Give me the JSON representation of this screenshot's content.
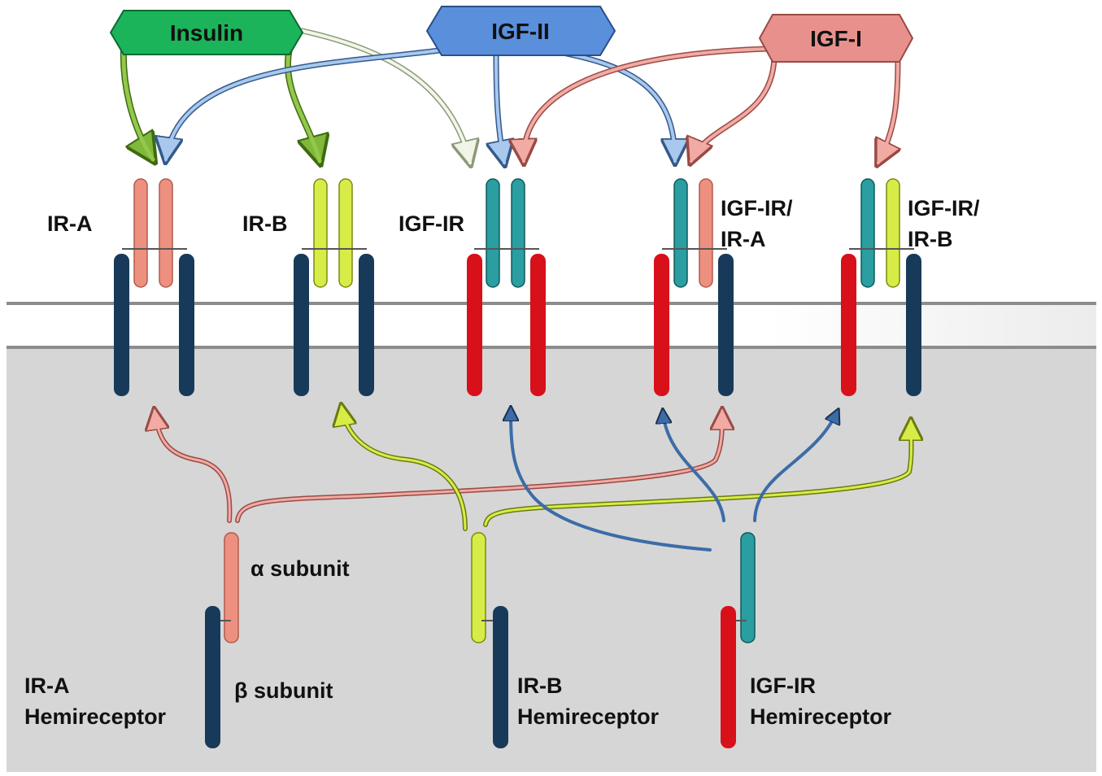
{
  "ligands": {
    "insulin": {
      "label": "Insulin",
      "color": "#1bb45a"
    },
    "igf2": {
      "label": "IGF-II",
      "color": "#5a8fdc"
    },
    "igf1": {
      "label": "IGF-I",
      "color": "#e8918c"
    }
  },
  "receptors": {
    "ir_a": {
      "label": "IR-A"
    },
    "ir_b": {
      "label": "IR-B"
    },
    "igf_ir": {
      "label": "IGF-IR"
    },
    "hybrid_a": {
      "label_line1": "IGF-IR/",
      "label_line2": "IR-A"
    },
    "hybrid_b": {
      "label_line1": "IGF-IR/",
      "label_line2": "IR-B"
    }
  },
  "hemireceptors": {
    "ir_a": {
      "line1": "IR-A",
      "line2": "Hemireceptor"
    },
    "ir_b": {
      "line1": "IR-B",
      "line2": "Hemireceptor"
    },
    "igf_ir": {
      "line1": "IGF-IR",
      "line2": "Hemireceptor"
    }
  },
  "subunits": {
    "alpha": "α subunit",
    "beta": "β subunit"
  },
  "colors": {
    "ir_a_alpha": "#ee9080",
    "ir_b_alpha": "#d8ec48",
    "igf_ir_alpha": "#2a9ea0",
    "ir_beta": "#173a5a",
    "igf_ir_beta": "#d8101a",
    "cytoplasm": "#d6d6d6"
  }
}
